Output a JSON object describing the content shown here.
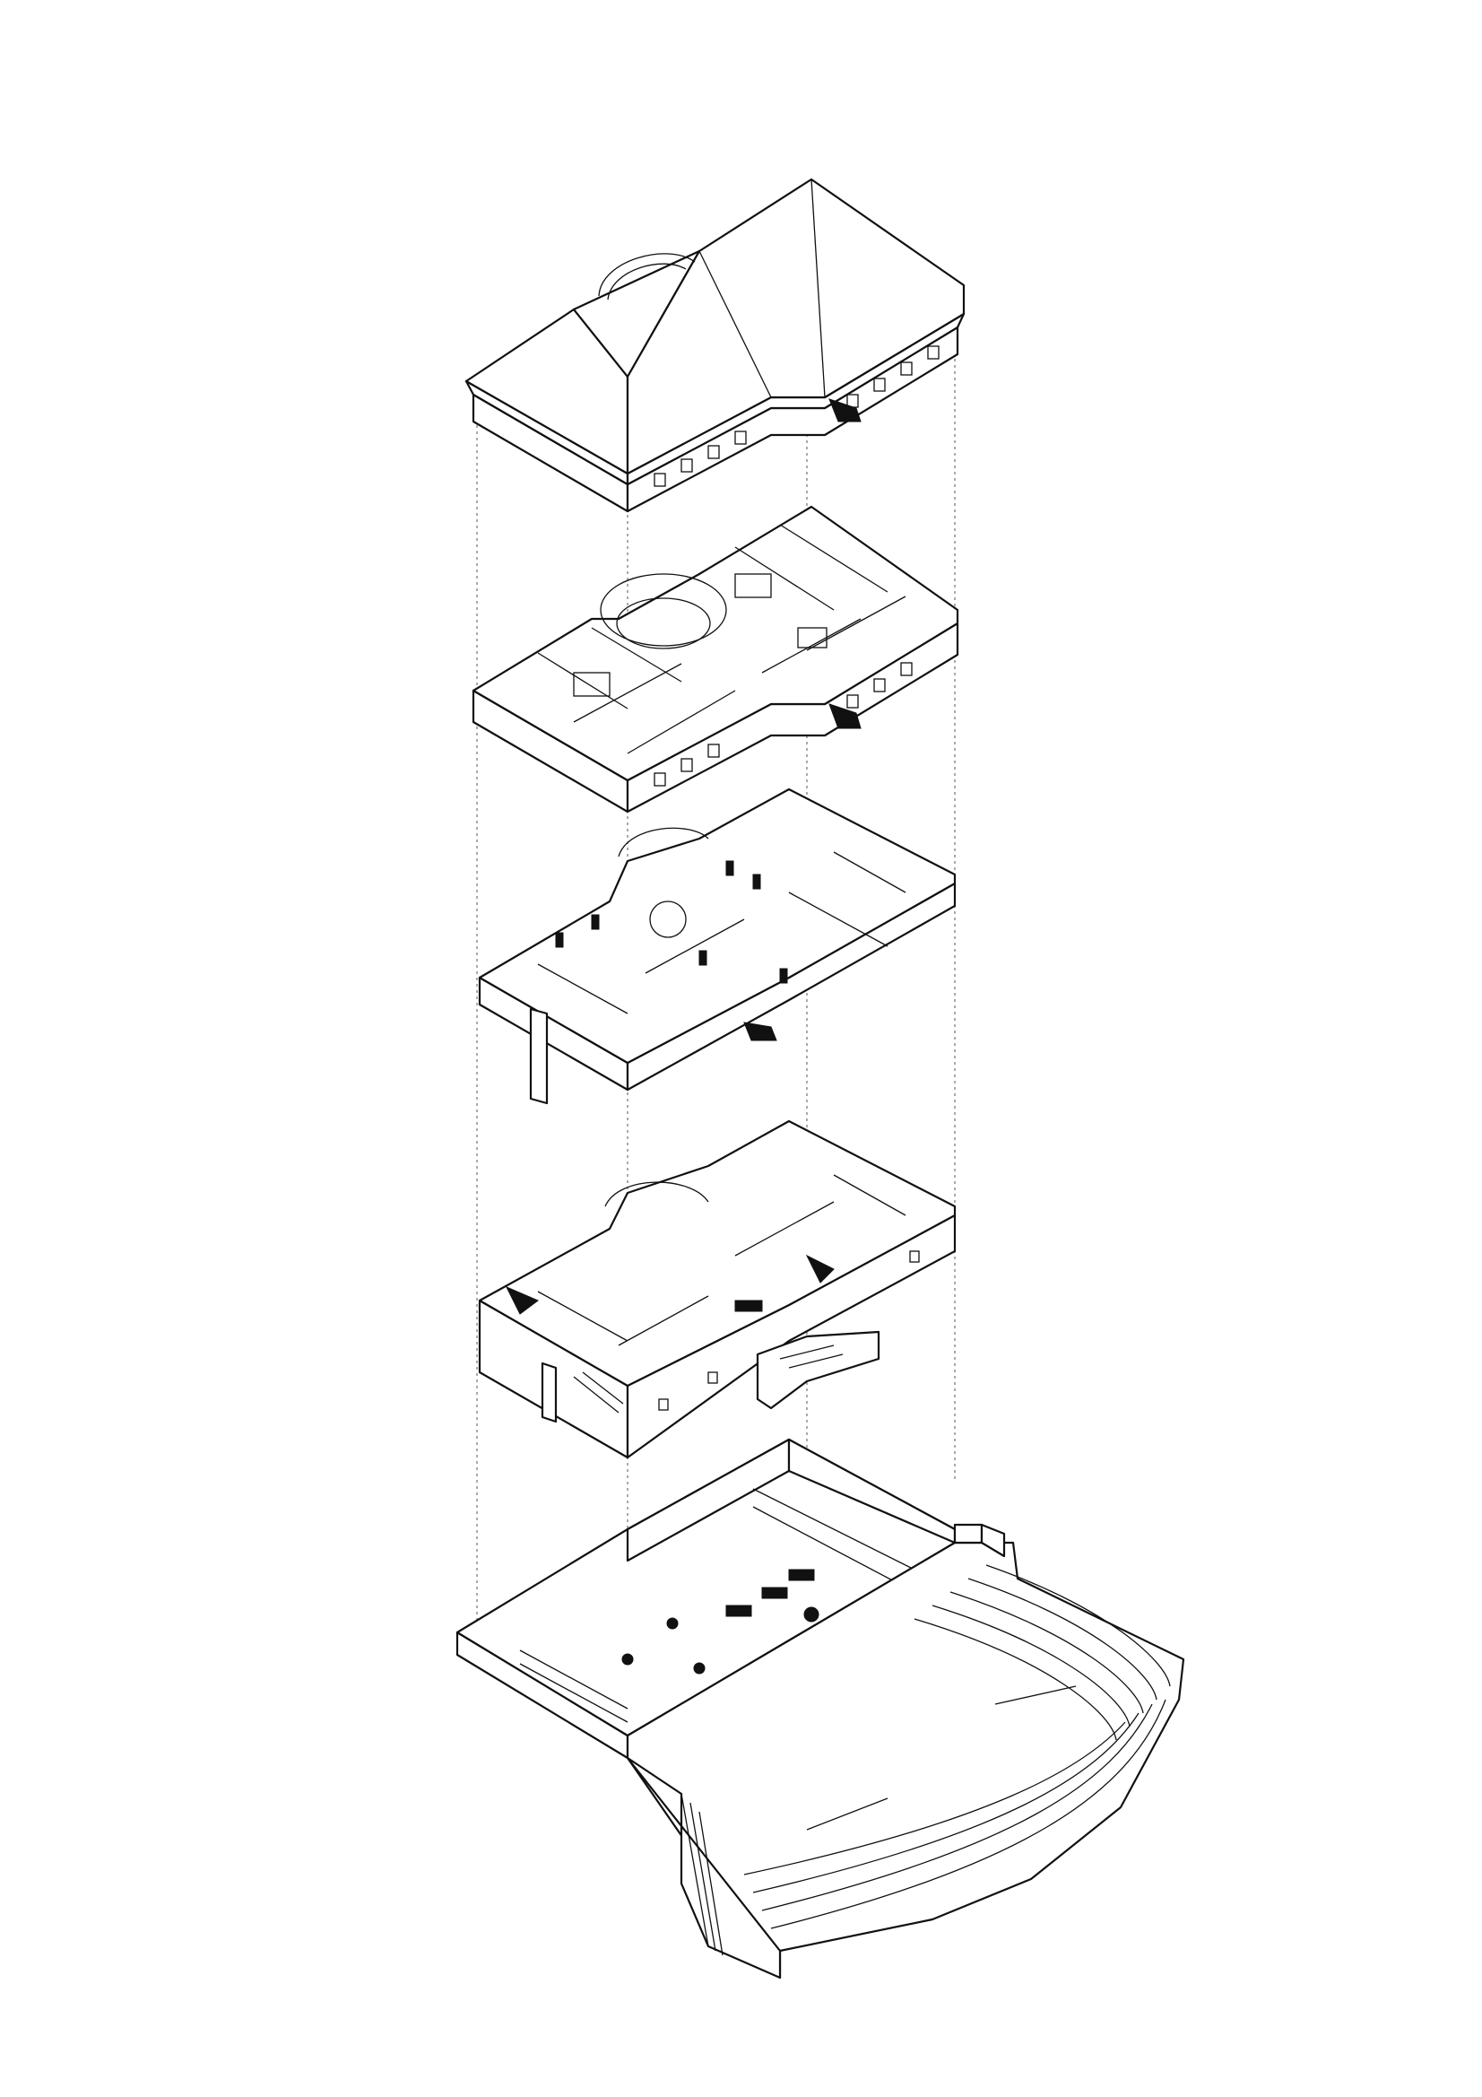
{
  "diagram": {
    "type": "exploded-axonometric",
    "layers": [
      {
        "id": "roof",
        "label": ""
      },
      {
        "id": "attic-level",
        "label": ""
      },
      {
        "id": "upper-floor",
        "label": ""
      },
      {
        "id": "ground-floor",
        "label": ""
      },
      {
        "id": "basement-with-amphitheatre",
        "label": ""
      }
    ],
    "colors": {
      "line": "#111111",
      "fill": "#ffffff",
      "background": "#ffffff",
      "guide": "#555555"
    }
  }
}
